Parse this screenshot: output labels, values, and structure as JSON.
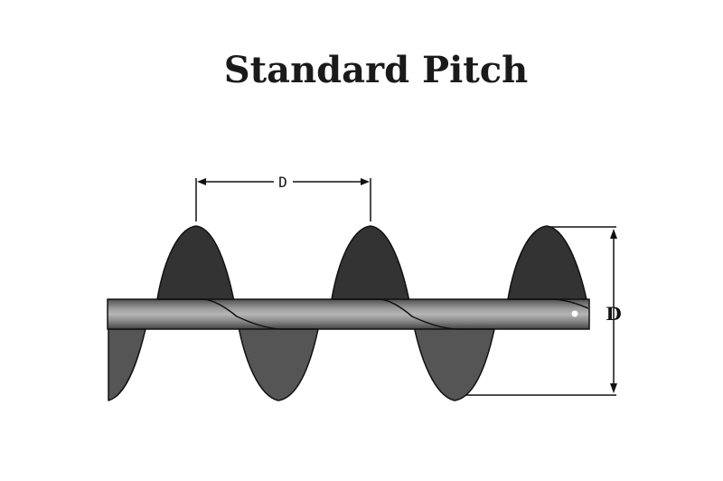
{
  "title": "Standard Pitch",
  "pitch_label": "D",
  "diameter_label": "D",
  "colors": {
    "flight_front": "#333333",
    "flight_back": "#555555",
    "shaft_light": "#a8a8a8",
    "shaft_dark": "#4a4a4a",
    "outline": "#111111",
    "background": "#ffffff"
  }
}
